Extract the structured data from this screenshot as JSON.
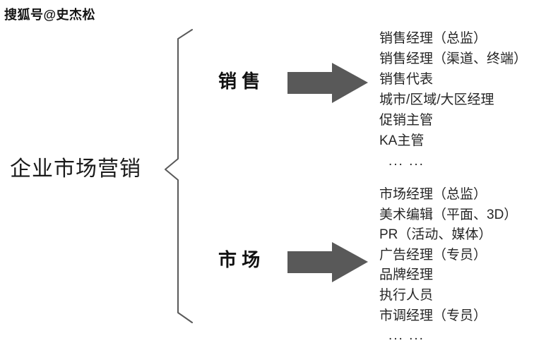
{
  "watermark": {
    "text": "搜狐号@史杰松"
  },
  "diagram": {
    "root_label": "企业市场营销",
    "branches": [
      {
        "label": "销 售",
        "roles": [
          "销售经理（总监）",
          "销售经理（渠道、终端）",
          "销售代表",
          "城市/区域/大区经理",
          "促销主管",
          "KA主管",
          "... ..."
        ]
      },
      {
        "label": "市 场",
        "roles": [
          "市场经理（总监）",
          "美术编辑（平面、3D）",
          "PR（活动、媒体）",
          "广告经理（专员）",
          "品牌经理",
          "执行人员",
          "市调经理（专员）",
          "... ..."
        ]
      }
    ],
    "colors": {
      "arrow": "#595959",
      "brace": "#595959",
      "heading_text": "#1a1a1a",
      "list_text": "#262626",
      "background": "#ffffff"
    }
  }
}
